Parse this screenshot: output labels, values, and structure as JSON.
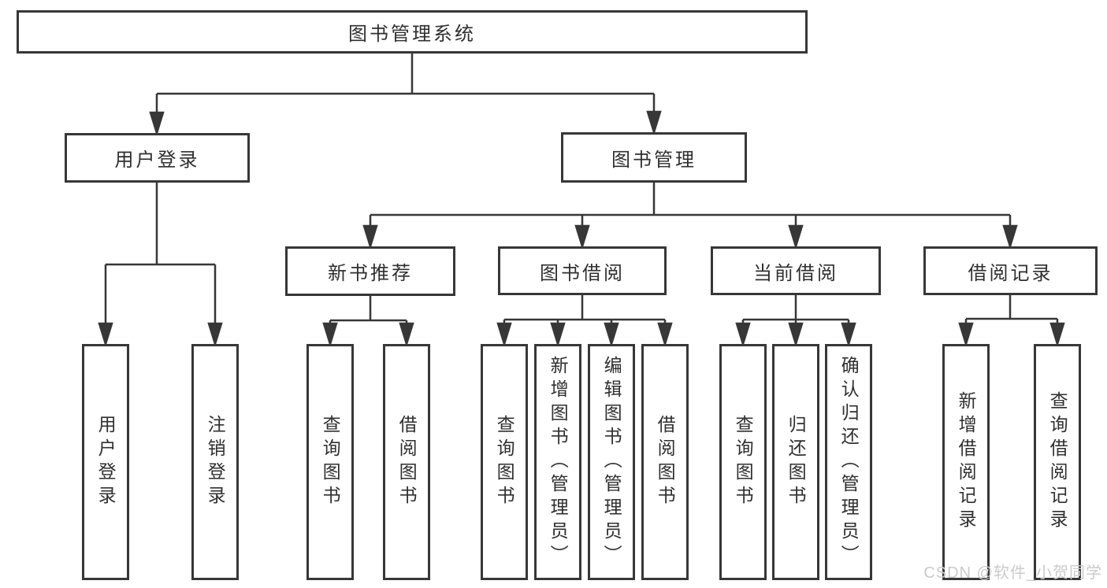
{
  "tree": {
    "root": {
      "label": "图书管理系统"
    },
    "branches": [
      {
        "label": "用户登录",
        "children": [
          {
            "label": "用户登录"
          },
          {
            "label": "注销登录"
          }
        ]
      },
      {
        "label": "图书管理",
        "groups": [
          {
            "label": "新书推荐",
            "children": [
              {
                "label": "查询图书"
              },
              {
                "label": "借阅图书"
              }
            ]
          },
          {
            "label": "图书借阅",
            "children": [
              {
                "label": "查询图书"
              },
              {
                "label": "新增图书（管理员）"
              },
              {
                "label": "编辑图书（管理员）"
              },
              {
                "label": "借阅图书"
              }
            ]
          },
          {
            "label": "当前借阅",
            "children": [
              {
                "label": "查询图书"
              },
              {
                "label": "归还图书"
              },
              {
                "label": "确认归还（管理员）"
              }
            ]
          },
          {
            "label": "借阅记录",
            "children": [
              {
                "label": "新增借阅记录"
              },
              {
                "label": "查询借阅记录"
              }
            ]
          }
        ]
      }
    ]
  },
  "watermark": "CSDN @软件_小贺同学"
}
